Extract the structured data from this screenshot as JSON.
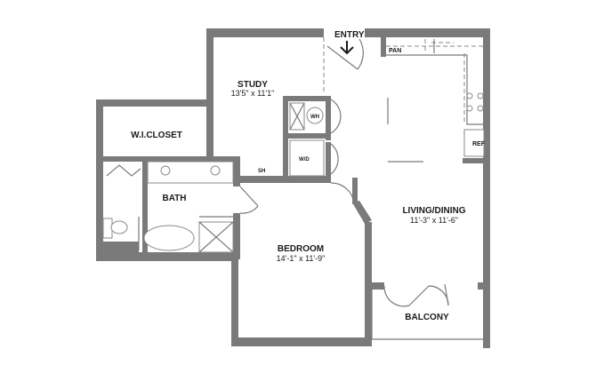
{
  "rooms": {
    "study": {
      "name": "STUDY",
      "dims": "13'5\" x 11'1\""
    },
    "closet": {
      "name": "W.I.CLOSET"
    },
    "bath": {
      "name": "BATH"
    },
    "bedroom": {
      "name": "BEDROOM",
      "dims": "14'-1\" x 11'-9\""
    },
    "living": {
      "name": "LIVING/DINING",
      "dims": "11'-3\" x 11'-6\""
    },
    "balcony": {
      "name": "BALCONY"
    }
  },
  "labels": {
    "entry": "ENTRY",
    "pantry": "PAN",
    "water_heater": "WH",
    "washer_dryer": "W/D",
    "shower": "SH",
    "refrigerator": "REF"
  },
  "colors": {
    "wall": "#7a7a7a",
    "fixture_line": "#8a8a8a",
    "background": "#ffffff"
  }
}
